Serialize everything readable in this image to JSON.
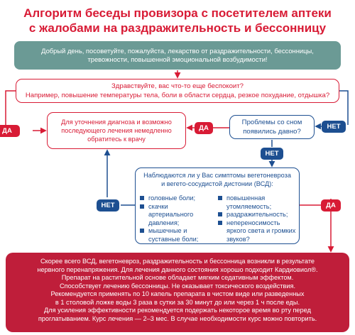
{
  "title": {
    "line1": "Алгоритм беседы провизора с посетителем аптеки",
    "line2": "с жалобами на раздражительность и бессонницу"
  },
  "intro": {
    "line1": "Добрый день, посоветуйте, пожалуйста, лекарство от раздражительности, бессонницы,",
    "line2": "тревожности, повышенной эмоциональной возбудимости!"
  },
  "question1": {
    "line1": "Здравствуйте, вас что-то еще беспокоит?",
    "line2": "Например, повышение температуры тела, боли в области сердца, резкое похудание, отдышка?"
  },
  "doctor": {
    "line1": "Для уточнения диагноза и возможно",
    "line2": "последующего лечения немедленно",
    "line3": "обратитесь к врачу"
  },
  "question2": {
    "line1": "Проблемы со сном",
    "line2": "появились давно?"
  },
  "symptoms": {
    "question_line1": "Наблюдаются ли у Вас симптомы вегетоневроза",
    "question_line2": "и вегето-сосудистой дистонии (ВСД):",
    "left_items": [
      "головные боли;",
      "скачки артериального давления;",
      "мышечные и суставные боли;"
    ],
    "right_items": [
      "повышенная утомляемость;",
      "раздражительность;",
      "непереносимость яркого света и громких звуков?"
    ]
  },
  "labels": {
    "yes": "ДА",
    "no": "НЕТ"
  },
  "result": {
    "lines": [
      "Скорее всего ВСД, вегетоневроз, раздражительность и бессонница возникли в результате",
      "нервного перенапряжения. Для лечения данного состояния хорошо подходит Кардиовиол®.",
      "Препарат на растительной основе обладает мягким седативным эффектом.",
      "Способствует лечению бессонницы. Не оказывает токсического воздействия.",
      "Рекомендуется применять по 10 капель препарата в чистом виде или разведенных",
      "в 1 столовой ложке воды 3 раза в сутки за 30 минут до или через 1 ч после еды.",
      "Для усиления эффективности рекомендуется подержать некоторое время во рту перед",
      "проглатыванием. Курс лечения — 2–3 мес. В случае необходимости курс можно повторить."
    ]
  },
  "colors": {
    "red": "#d81b35",
    "blue": "#1d4f91",
    "teal": "#6b9a95",
    "result_bg": "#bf1e3a"
  }
}
